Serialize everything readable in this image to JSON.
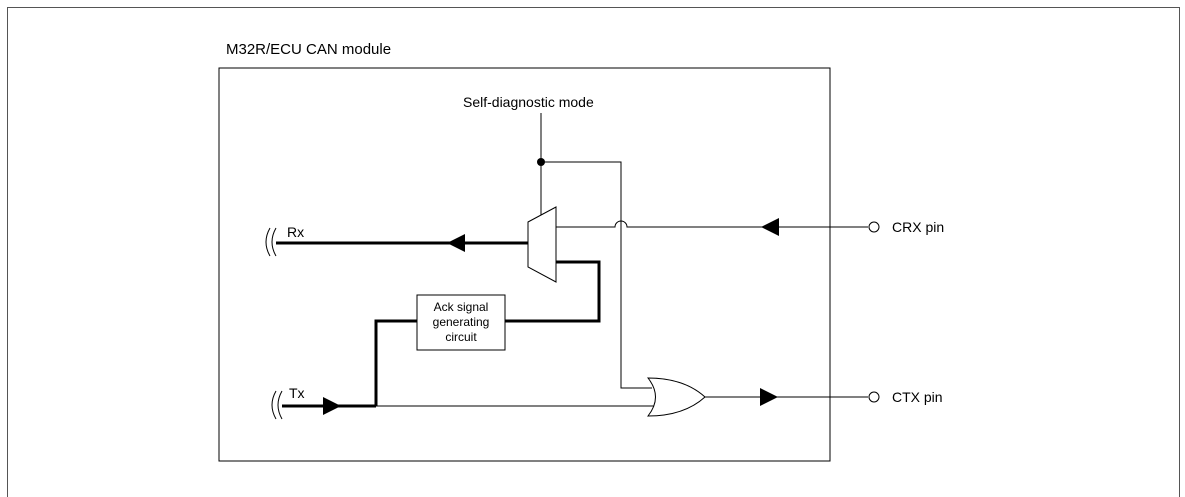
{
  "module_label": "M32R/ECU CAN module",
  "self_diag_label": "Self-diagnostic mode",
  "rx_label": "Rx",
  "tx_label": "Tx",
  "ack_line1": "Ack signal",
  "ack_line2": "generating",
  "ack_line3": "circuit",
  "crx_label": "CRX pin",
  "ctx_label": "CTX pin"
}
